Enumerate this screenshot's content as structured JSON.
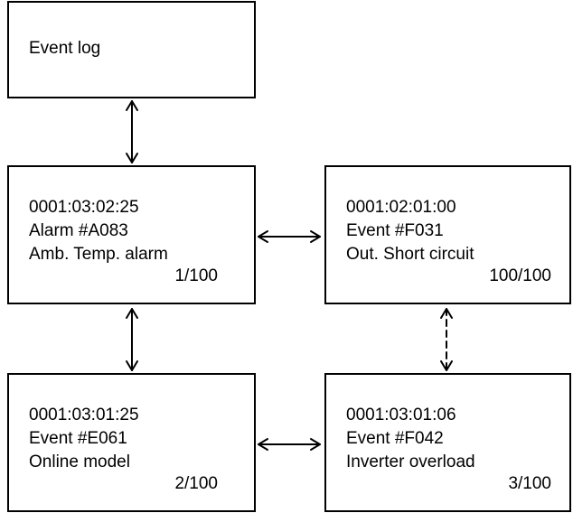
{
  "event_log": {
    "title": "Event log"
  },
  "entries": [
    {
      "timestamp": "0001:03:02:25",
      "code": "Alarm #A083",
      "description": "Amb. Temp. alarm",
      "counter": "1/100"
    },
    {
      "timestamp": "0001:02:01:00",
      "code": "Event #F031",
      "description": "Out. Short circuit",
      "counter": "100/100"
    },
    {
      "timestamp": "0001:03:01:25",
      "code": "Event #E061",
      "description": "Online model",
      "counter": "2/100"
    },
    {
      "timestamp": "0001:03:01:06",
      "code": "Event #F042",
      "description": "Inverter overload",
      "counter": "3/100"
    }
  ],
  "colors": {
    "line": "#000000",
    "background": "#ffffff"
  }
}
